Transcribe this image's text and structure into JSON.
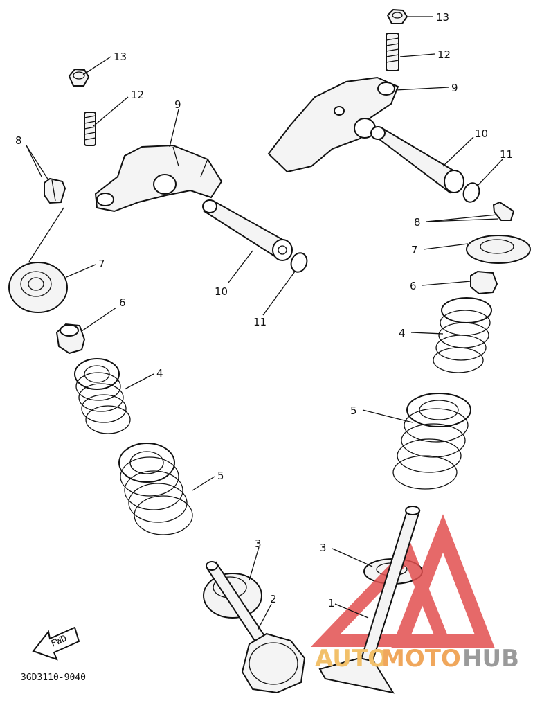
{
  "diagram": {
    "part_code": "3GD3110-9040",
    "fwd_label": "FWD",
    "callouts": {
      "l13": "13",
      "l12": "12",
      "l8": "8",
      "l7": "7",
      "l6": "6",
      "l4": "4",
      "l5": "5",
      "l9": "9",
      "l10": "10",
      "l11": "11",
      "l3": "3",
      "l2": "2",
      "r13": "13",
      "r12": "12",
      "r9": "9",
      "r10": "10",
      "r11": "11",
      "r8": "8",
      "r7": "7",
      "r6": "6",
      "r4": "4",
      "r5": "5",
      "r3": "3",
      "r1": "1"
    }
  },
  "watermark": {
    "text_auto": "AUTO",
    "text_moto": "MOTO",
    "text_hub": "HUB",
    "colors": {
      "logo_red": "#e25050",
      "auto": "#f2c06a",
      "moto": "#f0a75c",
      "hub": "#9a9a9a"
    }
  }
}
